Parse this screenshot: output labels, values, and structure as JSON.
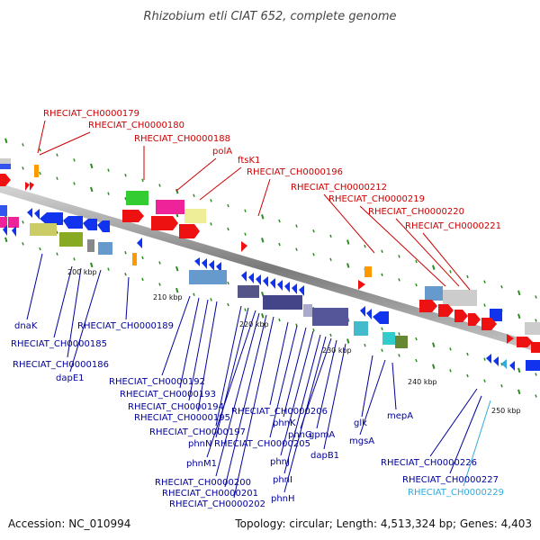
{
  "title": "Rhizobium etli CIAT 652, complete genome",
  "accession": "Accession: NC_010994",
  "topology": "Topology: circular; Length: 4,513,324 bp; Genes: 4,403",
  "colors": {
    "label_upper": "#cc0000",
    "label_lower": "#000099",
    "label_highlight": "#33aadd",
    "backbone": "#8a8a8a",
    "tick": "#2e8b22",
    "forward": "#ee1111",
    "reverse": "#1133ee"
  },
  "scale_labels": [
    "200 kbp",
    "210 kbp",
    "220 kbp",
    "230 kbp",
    "240 kbp",
    "250 kbp"
  ],
  "upper_labels": [
    "RHECIAT_CH0000179",
    "RHECIAT_CH0000180",
    "RHECIAT_CH0000188",
    "polA",
    "ftsK1",
    "RHECIAT_CH0000196",
    "RHECIAT_CH0000212",
    "RHECIAT_CH0000219",
    "RHECIAT_CH0000220",
    "RHECIAT_CH0000221"
  ],
  "lower_labels": [
    "dnaK",
    "RHECIAT_CH0000185",
    "RHECIAT_CH0000186",
    "dapE1",
    "RHECIAT_CH0000189",
    "RHECIAT_CH0000192",
    "RHECIAT_CH0000193",
    "RHECIAT_CH0000194",
    "RHECIAT_CH0000195",
    "RHECIAT_CH0000197",
    "phnN",
    "phnM1",
    "RHECIAT_CH0000205",
    "RHECIAT_CH0000206",
    "RHECIAT_CH0000200",
    "RHECIAT_CH0000201",
    "RHECIAT_CH0000202",
    "phnK",
    "phnJ",
    "phnI",
    "phnH",
    "phnG",
    "gpmA",
    "dapB1",
    "glk",
    "mgsA",
    "mepA",
    "RHECIAT_CH0000226",
    "RHECIAT_CH0000227",
    "RHECIAT_CH0000229"
  ]
}
